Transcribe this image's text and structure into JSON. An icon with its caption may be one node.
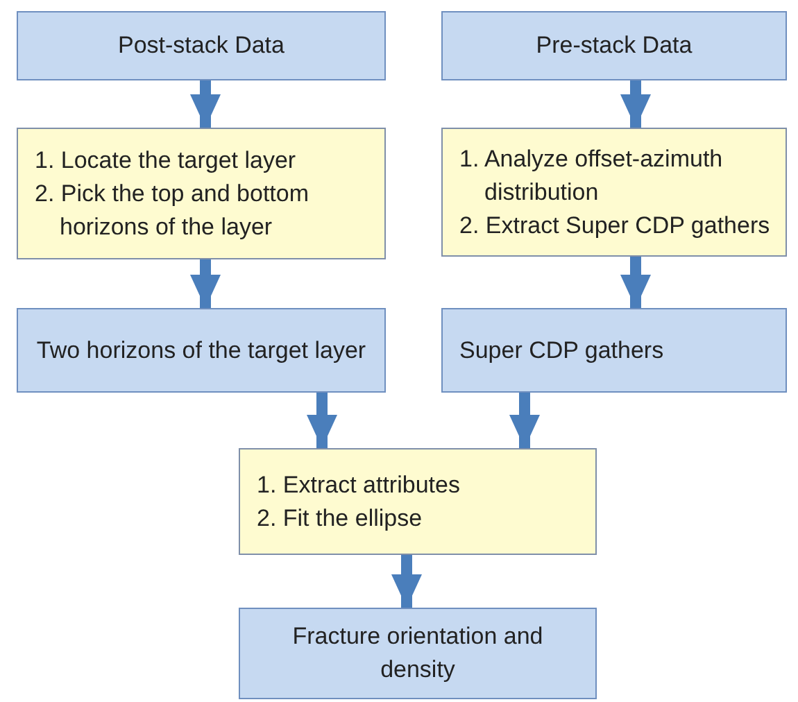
{
  "diagram": {
    "nodes": [
      {
        "text": [
          "Post-stack Data"
        ]
      },
      {
        "text": [
          "Pre-stack Data"
        ]
      },
      {
        "text": [
          "1. Locate the target layer",
          "2. Pick the top and bottom horizons of the layer"
        ]
      },
      {
        "text": [
          "1. Analyze offset-azimuth distribution",
          "2. Extract Super CDP gathers"
        ]
      },
      {
        "text": [
          "Two horizons of the target layer"
        ]
      },
      {
        "text": [
          "Super CDP gathers"
        ]
      },
      {
        "text": [
          "1.  Extract attributes",
          "2.  Fit the ellipse"
        ]
      },
      {
        "text": [
          "Fracture orientation and density"
        ]
      }
    ],
    "edges": [
      {
        "from": 0,
        "to": 2,
        "arrow": "to"
      },
      {
        "from": 1,
        "to": 3,
        "arrow": "to"
      },
      {
        "from": 2,
        "to": 4,
        "arrow": "to"
      },
      {
        "from": 3,
        "to": 5,
        "arrow": "to"
      },
      {
        "from": 4,
        "to": 6,
        "arrow": "to"
      },
      {
        "from": 5,
        "to": 6,
        "arrow": "to"
      },
      {
        "from": 6,
        "to": 7,
        "arrow": "to"
      }
    ]
  }
}
